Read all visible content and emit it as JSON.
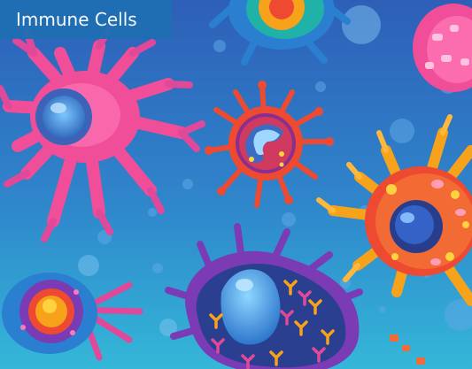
{
  "badge": {
    "title": "Immune Cells"
  },
  "palette": {
    "background_top": "#2E5FB8",
    "background_bottom": "#34B7D8",
    "pink": "#F04E98",
    "magenta": "#E0489A",
    "orange": "#F7A21B",
    "red": "#EE4A32",
    "purple": "#7A3BB5",
    "navy": "#283E8C",
    "blue": "#2B7FD1",
    "teal": "#20B2A8",
    "yellow": "#FFD23F",
    "badge": "#1F6FB3"
  },
  "icons": {
    "dendritic_cell": "dendritic-cell-illustration",
    "spiky_cell": "spiky-cell-illustration",
    "macrophage": "macrophage-illustration",
    "neutrophil": "neutrophil-illustration"
  }
}
